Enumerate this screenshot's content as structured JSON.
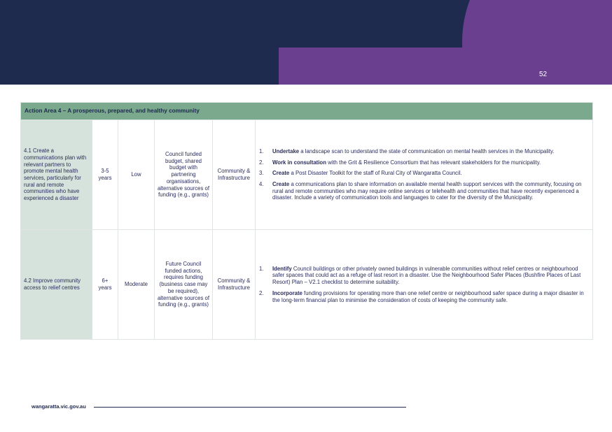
{
  "page_number": "52",
  "table": {
    "header": "Action Area 4 – A prosperous, prepared, and healthy community",
    "rows": [
      {
        "action": "4.1 Create a communications plan with relevant partners to promote mental health services, particularly for rural and remote communities who have experienced a disaster",
        "timeframe": "3-5 years",
        "cost": "Low",
        "funding": "Council funded budget, shared budget with partnering organisations, alternative sources of funding (e.g., grants)",
        "responsibility": "Community & Infrastructure",
        "tasks": [
          {
            "num": "1.",
            "bold": "Undertake",
            "text": " a landscape scan to understand the state of communication on mental health services in the Municipality."
          },
          {
            "num": "2.",
            "bold": "Work in consultation",
            "text": " with the Grit & Resilience Consortium that has relevant stakeholders for the municipality."
          },
          {
            "num": "3.",
            "bold": "Create",
            "text": " a Post Disaster Toolkit for the staff of Rural City of Wangaratta Council."
          },
          {
            "num": "4.",
            "bold": "Create",
            "text": " a communications plan to share information on available mental health support services with the community, focusing on rural and remote communities who may require online services or telehealth and communities that have recently experienced a disaster. Include a variety of communication tools and languages to cater for the diversity of the Municipality."
          }
        ]
      },
      {
        "action": "4.2 Improve community access to relief centres",
        "timeframe": "6+ years",
        "cost": "Moderate",
        "funding": "Future Council funded actions, requires funding (business case may be required), alternative sources of funding (e.g., grants)",
        "responsibility": "Community & Infrastructure",
        "tasks": [
          {
            "num": "1.",
            "bold": "Identify",
            "text": " Council buildings or other privately owned buildings in vulnerable communities without relief centres or neighbourhood safer spaces that could act as a refuge of last resort in a disaster. Use the Neighbourhood Safer Places (Bushfire Places of Last Resort) Plan – V2.1 checklist to determine suitability."
          },
          {
            "num": "2.",
            "bold": "Incorporate",
            "text": " funding provisions for operating more than one relief centre or neighbourhood safer space during a major disaster in the long-term financial plan to minimise the consideration of costs of keeping the community safe."
          }
        ]
      }
    ]
  },
  "footer": {
    "url": "wangaratta.vic.gov.au"
  },
  "colors": {
    "navy": "#1f2a4f",
    "purple": "#6b3f8f",
    "green_header": "#7aa98e",
    "green_cell": "#d6e3dc"
  }
}
